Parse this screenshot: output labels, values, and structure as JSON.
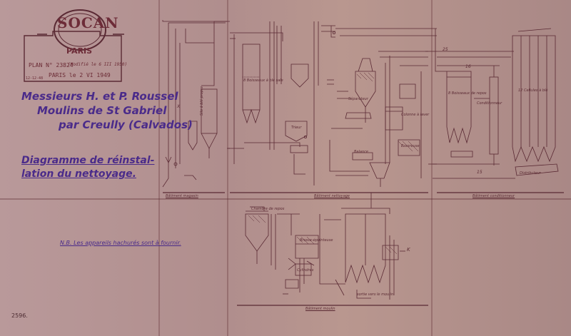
{
  "stamp": {
    "logo_top": "SOCAN",
    "logo_bottom": "PARIS",
    "plan_number": "PLAN N° 23824",
    "modification": "(Modifié le 6 III 1950)",
    "date": "PARIS le 2 VI 1949",
    "code": "12-12-48"
  },
  "client": {
    "line1": "Messieurs H. et P. Roussel",
    "line2": "Moulins de St Gabriel",
    "line3": "par Creully (Calvados)"
  },
  "title": {
    "line1": "Diagramme de réinstal-",
    "line2": "lation du nettoyage."
  },
  "note": "N.B. Les appareils hachurés sont à fournir.",
  "sheet_number": "2596.",
  "buildings": {
    "magasin": "Bâtiment magasin",
    "nettoyage": "Bâtiment nettoyage",
    "conditionneur": "Bâtiment conditionneur",
    "moulin": "Bâtiment moulin"
  },
  "labels": {
    "boisseaux_ble_sale": "8 Boisseaux à blé sale",
    "silo_ble_propre": "Silo à blé propre",
    "boisseaux_ble_mouille": "8 Boisseaux de repos",
    "conditionneur": "Conditionneur",
    "cellules_ble": "12 Cellules à blé",
    "chambre_repos": "Chambre de repos",
    "separateur": "Séparateur",
    "brosse_epointeuse": "Brosse-épointeuse",
    "colonne_lavage": "Colonne à laver",
    "essoreuse": "Essoreuse",
    "trieur": "Trieur",
    "cylindres": "Cylindres",
    "distributeur": "Distributeur",
    "sortie_vers": "sortie vers le moulin",
    "balance": "Balance"
  },
  "marks": {
    "k": "K",
    "x": "X",
    "n16": "16",
    "n15": "15",
    "n25": "25"
  }
}
